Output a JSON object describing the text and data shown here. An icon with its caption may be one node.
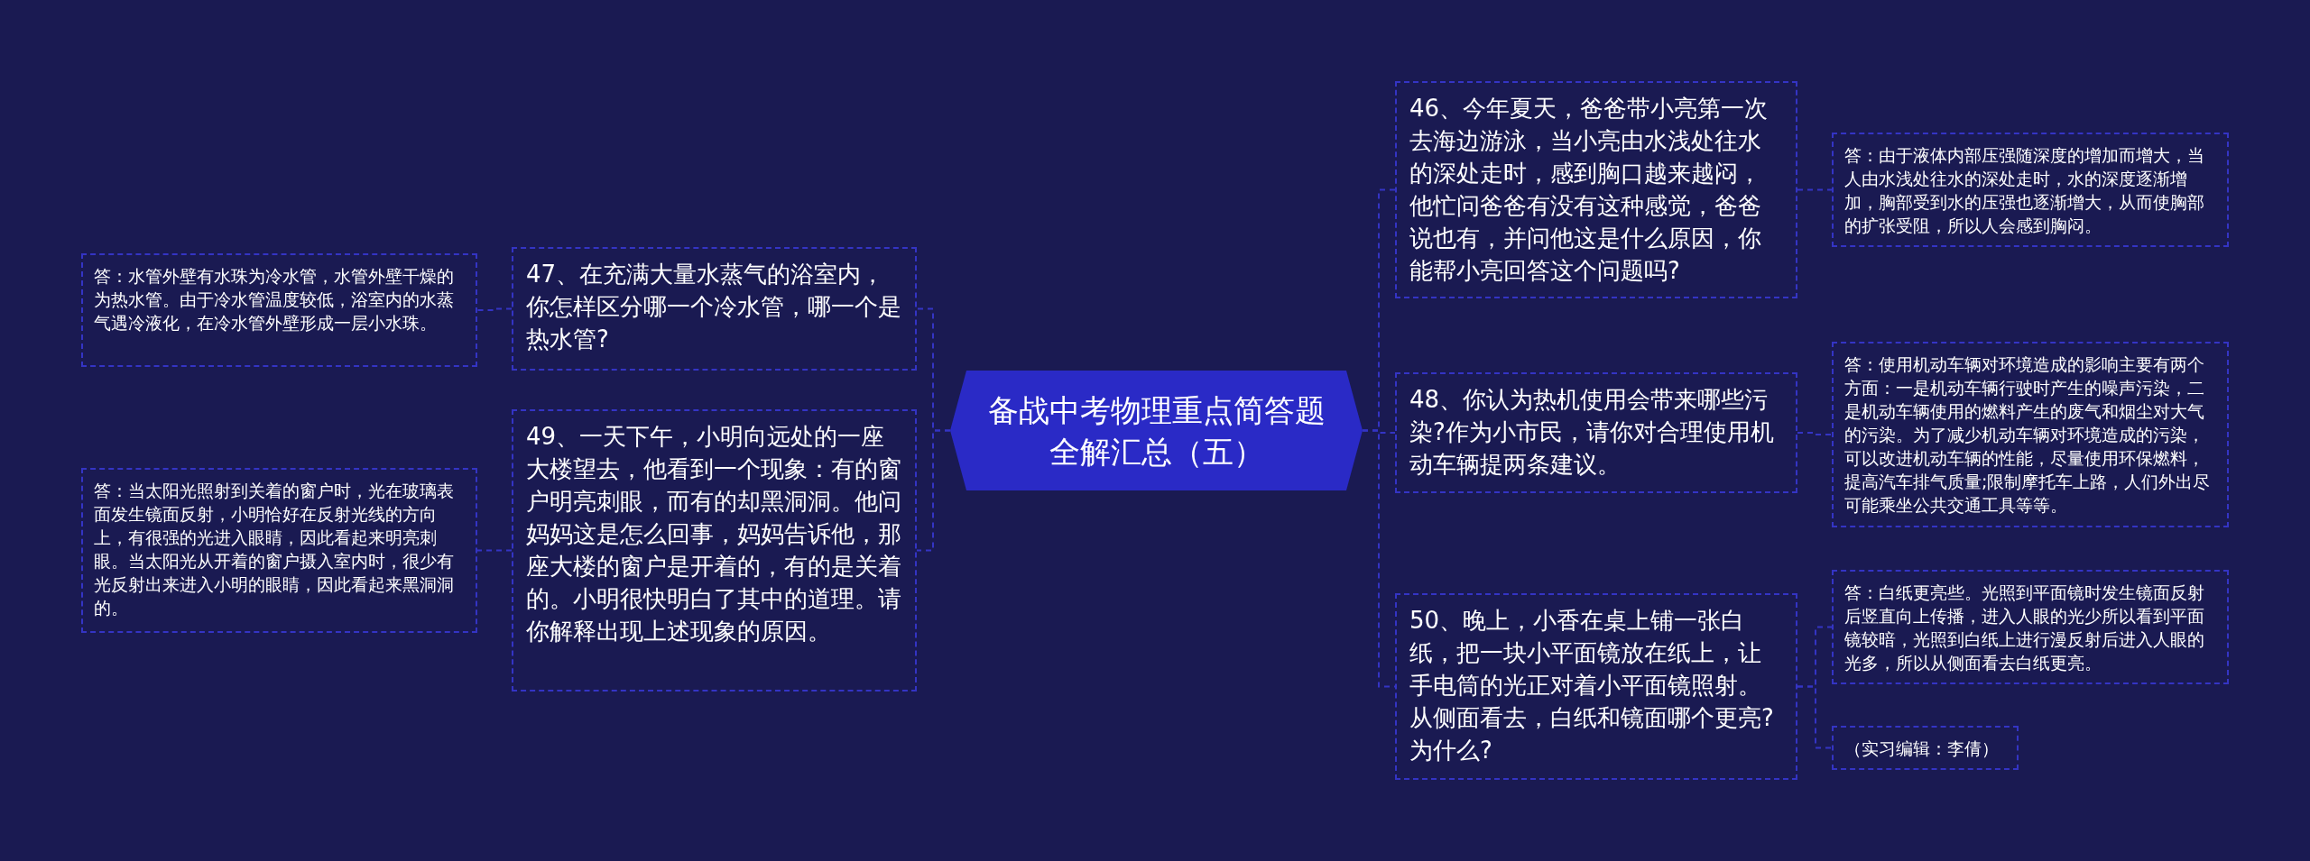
{
  "diagram": {
    "nodes": [
      {
        "text": [
          "备战中考物理重点简答题全解汇总（五）"
        ]
      },
      {
        "text": [
          "47、在充满大量水蒸气的浴室内，你怎样区分哪一个冷水管，哪一个是热水管?"
        ]
      },
      {
        "text": [
          "答：水管外壁有水珠为冷水管，水管外壁干燥的为热水管。由于冷水管温度较低，浴室内的水蒸气遇冷液化，在冷水管外壁形成一层小水珠。"
        ]
      },
      {
        "text": [
          "49、一天下午，小明向远处的一座大楼望去，他看到一个现象：有的窗户明亮刺眼，而有的却黑洞洞。他问妈妈这是怎么回事，妈妈告诉他，那座大楼的窗户是开着的，有的是关着的。小明很快明白了其中的道理。请你解释出现上述现象的原因。"
        ]
      },
      {
        "text": [
          "答：当太阳光照射到关着的窗户时，光在玻璃表面发生镜面反射，小明恰好在反射光线的方向上，有很强的光进入眼睛，因此看起来明亮刺眼。当太阳光从开着的窗户摄入室内时，很少有光反射出来进入小明的眼睛，因此看起来黑洞洞的。"
        ]
      },
      {
        "text": [
          "46、今年夏天，爸爸带小亮第一次去海边游泳，当小亮由水浅处往水的深处走时，感到胸口越来越闷，他忙问爸爸有没有这种感觉，爸爸说也有，并问他这是什么原因，你能帮小亮回答这个问题吗?"
        ]
      },
      {
        "text": [
          "答：由于液体内部压强随深度的增加而增大，当人由水浅处往水的深处走时，水的深度逐渐增加，胸部受到水的压强也逐渐增大，从而使胸部的扩张受阻，所以人会感到胸闷。"
        ]
      },
      {
        "text": [
          "48、你认为热机使用会带来哪些污染?作为小市民，请你对合理使用机动车辆提两条建议。"
        ]
      },
      {
        "text": [
          "答：使用机动车辆对环境造成的影响主要有两个方面：一是机动车辆行驶时产生的噪声污染，二是机动车辆使用的燃料产生的废气和烟尘对大气的污染。为了减少机动车辆对环境造成的污染，可以改进机动车辆的性能，尽量使用环保燃料，提高汽车排气质量;限制摩托车上路，人们外出尽可能乘坐公共交通工具等等。"
        ]
      },
      {
        "text": [
          "50、晚上，小香在桌上铺一张白纸，把一块小平面镜放在纸上，让手电筒的光正对着小平面镜照射。从侧面看去，白纸和镜面哪个更亮?为什么?"
        ]
      },
      {
        "text": [
          "答：白纸更亮些。光照到平面镜时发生镜面反射后竖直向上传播，进入人眼的光少所以看到平面镜较暗，光照到白纸上进行漫反射后进入人眼的光多，所以从侧面看去白纸更亮。"
        ]
      },
      {
        "text": [
          "（实习编辑：李倩）"
        ]
      }
    ],
    "edges": [
      {
        "from": 0,
        "to": 1,
        "arrow": "none"
      },
      {
        "from": 1,
        "to": 2,
        "arrow": "none"
      },
      {
        "from": 0,
        "to": 3,
        "arrow": "none"
      },
      {
        "from": 3,
        "to": 4,
        "arrow": "none"
      },
      {
        "from": 0,
        "to": 5,
        "arrow": "none"
      },
      {
        "from": 5,
        "to": 6,
        "arrow": "none"
      },
      {
        "from": 0,
        "to": 7,
        "arrow": "none"
      },
      {
        "from": 7,
        "to": 8,
        "arrow": "none"
      },
      {
        "from": 0,
        "to": 9,
        "arrow": "none"
      },
      {
        "from": 9,
        "to": 10,
        "arrow": "none"
      },
      {
        "from": 9,
        "to": 11,
        "arrow": "none"
      }
    ]
  }
}
